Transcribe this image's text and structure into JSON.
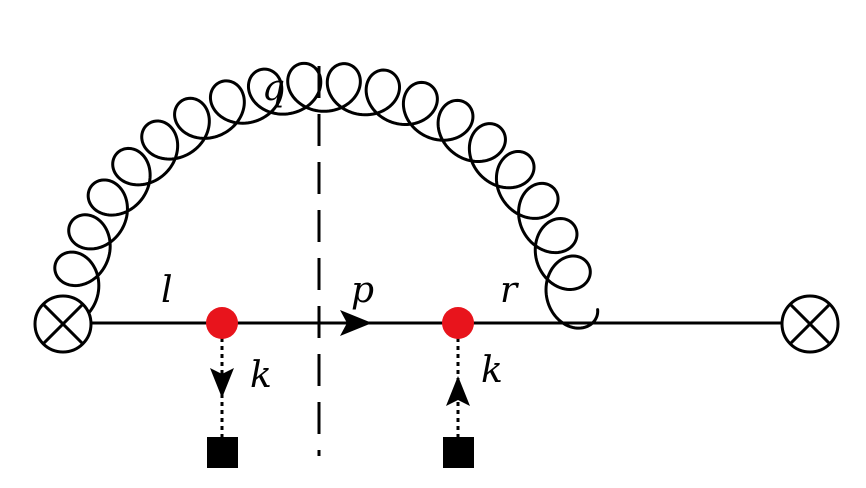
{
  "labels": {
    "gluon": "q",
    "left_quark": "l",
    "middle_quark": "p",
    "right_quark": "r",
    "left_momentum": "k",
    "right_momentum": "k"
  },
  "colors": {
    "line": "#000000",
    "vertex": "#e8141c",
    "background": "#ffffff"
  },
  "icons": {
    "current_insertion": "circled-cross-icon",
    "external_source": "filled-square-icon"
  }
}
